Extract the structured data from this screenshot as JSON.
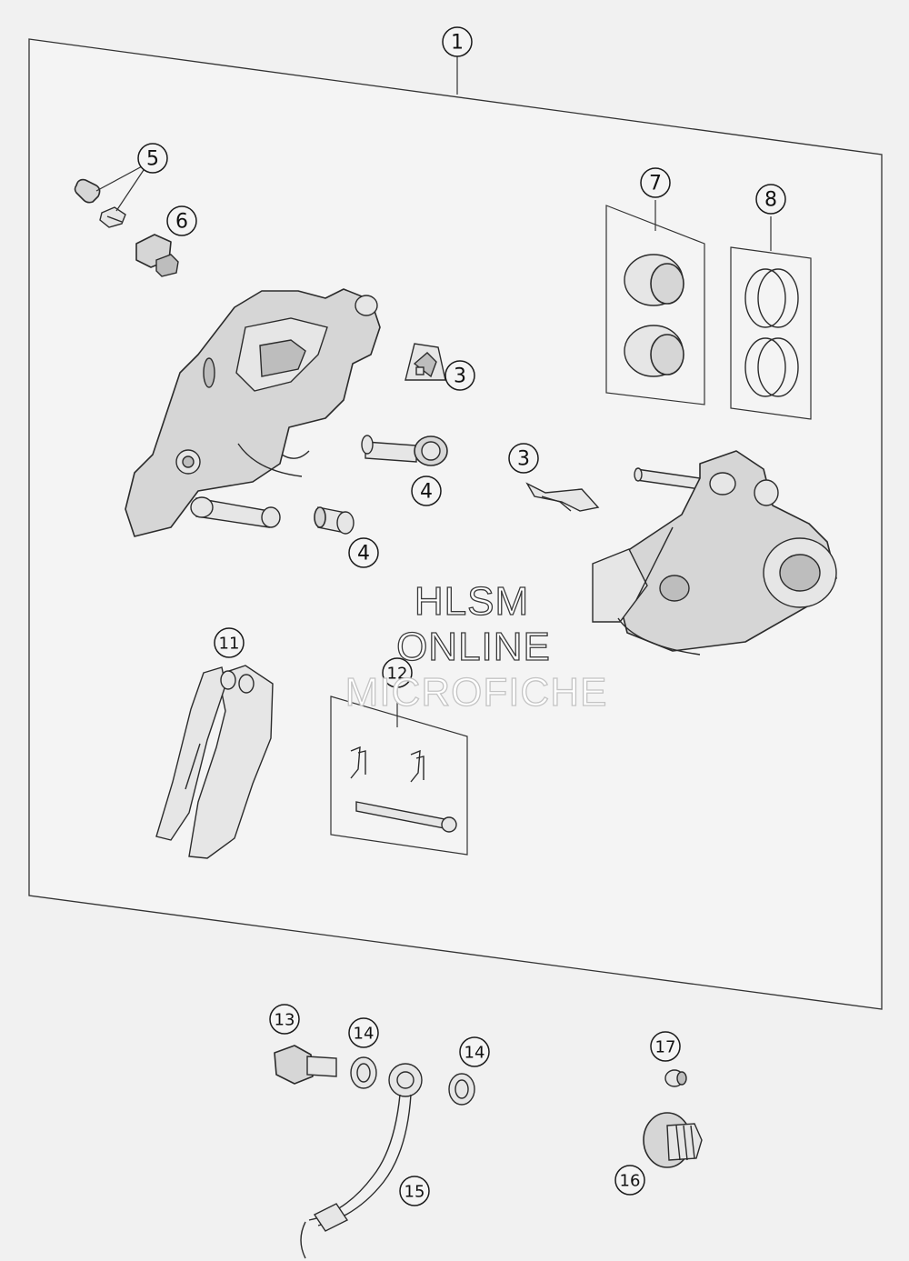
{
  "callouts": [
    {
      "id": "callout-1",
      "label": "1"
    },
    {
      "id": "callout-3a",
      "label": "3"
    },
    {
      "id": "callout-3b",
      "label": "3"
    },
    {
      "id": "callout-4a",
      "label": "4"
    },
    {
      "id": "callout-4b",
      "label": "4"
    },
    {
      "id": "callout-5",
      "label": "5"
    },
    {
      "id": "callout-6",
      "label": "6"
    },
    {
      "id": "callout-7",
      "label": "7"
    },
    {
      "id": "callout-8",
      "label": "8"
    },
    {
      "id": "callout-11",
      "label": "11"
    },
    {
      "id": "callout-12",
      "label": "12"
    },
    {
      "id": "callout-13",
      "label": "13"
    },
    {
      "id": "callout-14a",
      "label": "14"
    },
    {
      "id": "callout-14b",
      "label": "14"
    },
    {
      "id": "callout-15",
      "label": "15"
    },
    {
      "id": "callout-16",
      "label": "16"
    },
    {
      "id": "callout-17",
      "label": "17"
    }
  ],
  "watermark": {
    "line1": "HLSM",
    "line2": "ONLINE",
    "line3": "MICROFICHE"
  }
}
